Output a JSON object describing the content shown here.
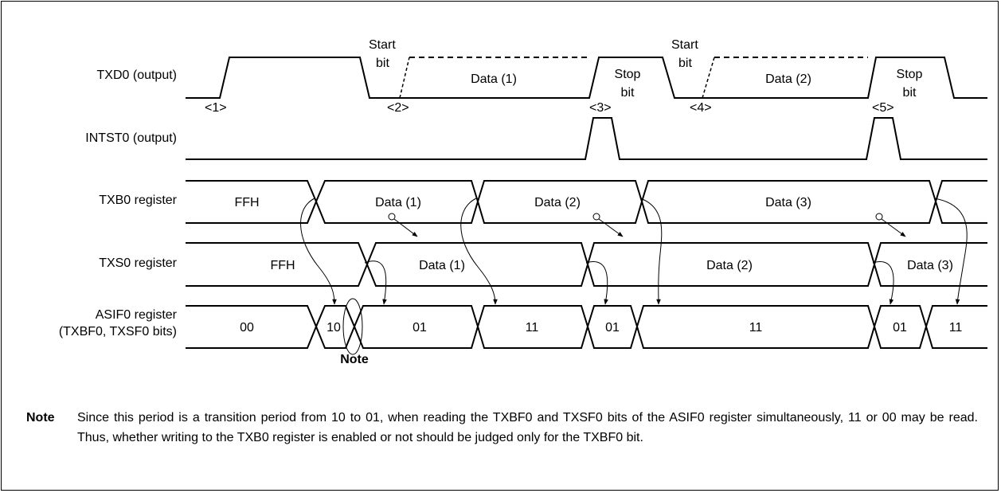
{
  "signals": {
    "txd0": "TXD0 (output)",
    "intst0": "INTST0 (output)",
    "txb0": "TXB0 register",
    "txs0": "TXS0 register",
    "asif0_line1": "ASIF0 register",
    "asif0_line2": "(TXBF0, TXSF0 bits)"
  },
  "txd0_annotations": {
    "start_bit_1_a": "Start",
    "start_bit_1_b": "bit",
    "data_1": "Data (1)",
    "stop_bit_1_a": "Stop",
    "stop_bit_1_b": "bit",
    "start_bit_2_a": "Start",
    "start_bit_2_b": "bit",
    "data_2": "Data (2)",
    "stop_bit_2_a": "Stop",
    "stop_bit_2_b": "bit"
  },
  "points": [
    "<1>",
    "<2>",
    "<3>",
    "<4>",
    "<5>"
  ],
  "txb0_values": [
    "FFH",
    "Data (1)",
    "Data (2)",
    "Data (3)"
  ],
  "txs0_values": [
    "FFH",
    "Data (1)",
    "Data (2)",
    "Data (3)"
  ],
  "asif0_values": [
    "00",
    "10",
    "01",
    "11",
    "01",
    "11",
    "01",
    "11"
  ],
  "note_marker": "Note",
  "note": {
    "label": "Note",
    "text": "Since this period is a transition period from 10 to 01, when reading the TXBF0 and TXSF0 bits of the ASIF0 register simultaneously, 11 or 00 may be read.  Thus, whether writing to the TXB0 register is enabled or not should be judged only for the TXBF0 bit."
  }
}
